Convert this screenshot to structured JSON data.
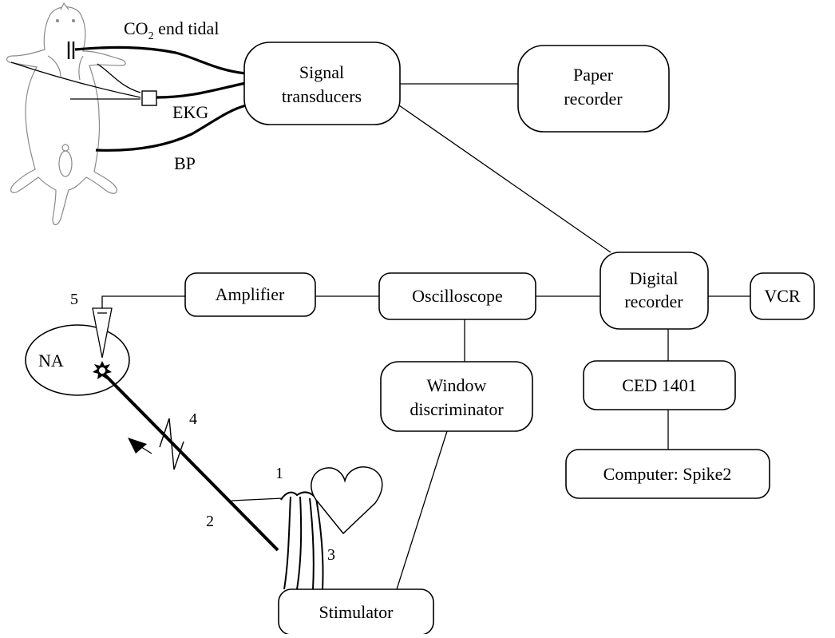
{
  "boxes": {
    "signal_transducers": [
      "Signal",
      "transducers"
    ],
    "paper_recorder": [
      "Paper",
      "recorder"
    ],
    "amplifier": "Amplifier",
    "oscilloscope": "Oscilloscope",
    "digital_recorder": [
      "Digital",
      "recorder"
    ],
    "vcr": "VCR",
    "window_discriminator": [
      "Window",
      "discriminator"
    ],
    "ced": "CED 1401",
    "computer": "Computer: Spike2",
    "stimulator": "Stimulator",
    "na": "NA"
  },
  "labels": {
    "co2_prefix": "CO",
    "co2_sub": "2",
    "co2_suffix": " end tidal",
    "ekg": "EKG",
    "bp": "BP"
  },
  "numbers": {
    "n1": "1",
    "n2": "2",
    "n3": "3",
    "n4": "4",
    "n5": "5"
  }
}
